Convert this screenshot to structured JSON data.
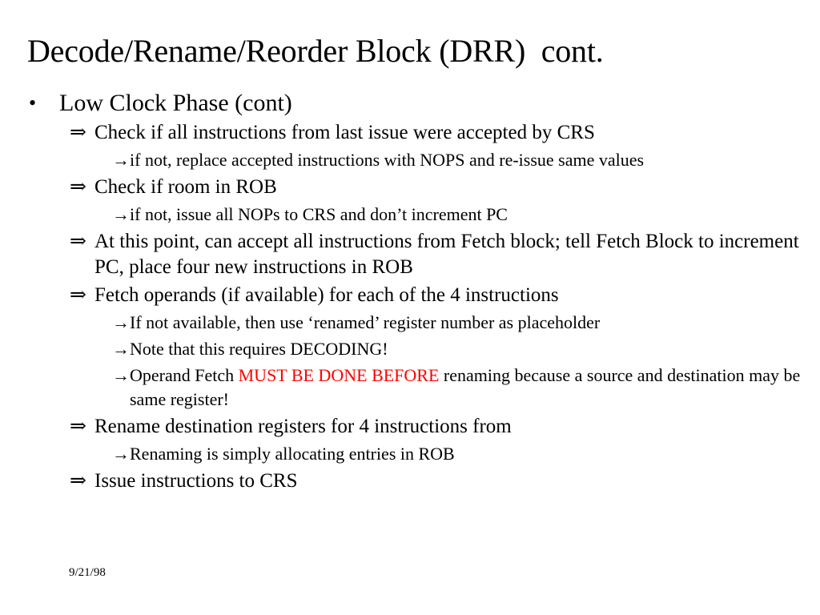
{
  "slide": {
    "title": "Decode/Rename/Reorder Block (DRR)  cont.",
    "background_color": "#FFFFFF",
    "text_color": "#000000",
    "highlight_color": "#FF0000",
    "footer_date": "9/21/98"
  },
  "markers": {
    "level1": "•",
    "level2": "⇒",
    "level3": "→"
  },
  "content": {
    "b0": "Low Clock Phase (cont)",
    "b1": "Check if all instructions from last issue were accepted by CRS",
    "b2": "if not, replace accepted instructions with NOPS and re-issue same values",
    "b3": "Check if room in ROB",
    "b4": "if not, issue all NOPs to CRS and don’t increment PC",
    "b5": "At this point, can accept all instructions from Fetch block; tell Fetch Block to increment PC, place four new instructions in ROB",
    "b6": "Fetch operands (if available) for each of the 4 instructions",
    "b7": "If not available, then use ‘renamed’ register number as placeholder",
    "b8": "Note that this requires DECODING!",
    "b9_pre": "Operand Fetch ",
    "b9_red": "MUST BE DONE BEFORE",
    "b9_post": " renaming because a source and destination may be same register!",
    "b10": "Rename destination registers for 4 instructions from",
    "b11": "Renaming is simply allocating entries in ROB",
    "b12": "Issue instructions to CRS"
  }
}
